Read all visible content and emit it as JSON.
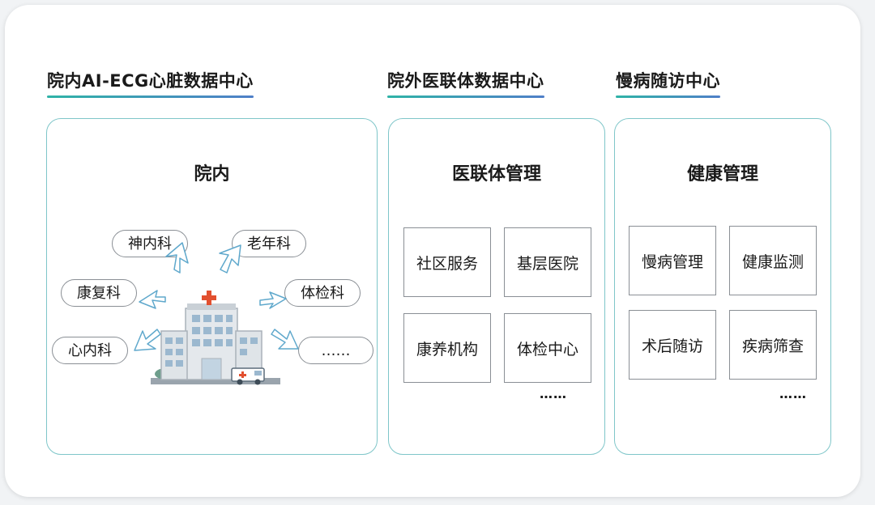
{
  "sections": [
    {
      "title": "院内AI-ECG心脏数据中心"
    },
    {
      "title": "院外医联体数据中心"
    },
    {
      "title": "慢病随访中心"
    }
  ],
  "panel_inhospital": {
    "title": "院内",
    "departments": [
      "神内科",
      "老年科",
      "康复科",
      "体检科",
      "心内科",
      "……"
    ]
  },
  "panel_alliance": {
    "title": "医联体管理",
    "boxes": [
      "社区服务",
      "基层医院",
      "康养机构",
      "体检中心"
    ],
    "more": "……"
  },
  "panel_health": {
    "title": "健康管理",
    "boxes": [
      "慢病管理",
      "健康监测",
      "术后随访",
      "疾病筛查"
    ],
    "more": "……"
  },
  "colors": {
    "accent_teal": "#2fb3a7",
    "accent_blue": "#4f7fc8",
    "panel_border": "#7fc6c9",
    "hospital_cross": "#e2502f"
  },
  "icons": [
    "hospital-building-icon",
    "ambulance-icon",
    "arrow-icon"
  ]
}
